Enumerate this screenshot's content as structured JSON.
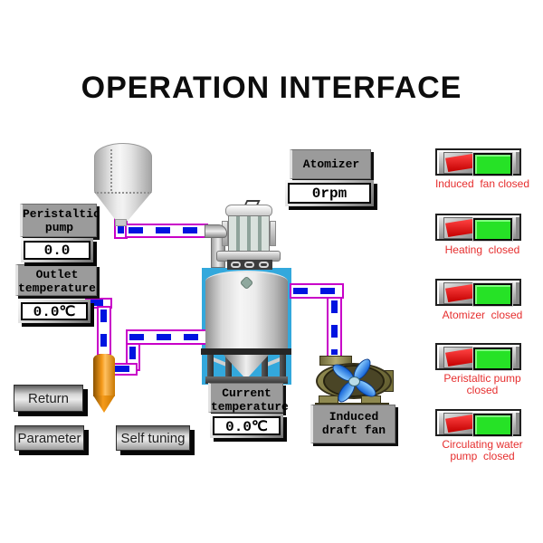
{
  "title": "OPERATION INTERFACE",
  "devices": {
    "peristaltic_pump": {
      "label1": "Peristaltic",
      "label2": "pump",
      "value": "0.0"
    },
    "outlet_temperature": {
      "label1": "Outlet",
      "label2": "temperature",
      "value": "0.0℃"
    },
    "atomizer": {
      "label": "Atomizer",
      "value": "0rpm"
    },
    "current_temperature": {
      "label1": "Current",
      "label2": "temperature",
      "value": "0.0℃"
    },
    "induced_draft_fan": {
      "label1": "Induced",
      "label2": "draft fan"
    }
  },
  "buttons": {
    "return": "Return",
    "parameter": "Parameter",
    "self_tuning": "Self tuning"
  },
  "indicators": [
    {
      "name": "induced-fan",
      "line1": "Induced  fan closed",
      "line2": "",
      "switch_color": "red",
      "lamp_color": "green"
    },
    {
      "name": "heating",
      "line1": "Heating  closed",
      "line2": "",
      "switch_color": "red",
      "lamp_color": "green"
    },
    {
      "name": "atomizer",
      "line1": "Atomizer  closed",
      "line2": "",
      "switch_color": "red",
      "lamp_color": "green"
    },
    {
      "name": "peristaltic-pump",
      "line1": "Peristaltic pump",
      "line2": "closed",
      "switch_color": "red",
      "lamp_color": "green"
    },
    {
      "name": "circulating-water-pump",
      "line1": "Circulating water",
      "line2": "pump  closed",
      "switch_color": "red",
      "lamp_color": "green"
    }
  ],
  "colors": {
    "pipe_outline": "#C800C8",
    "pipe_dash": "#0014E0",
    "chamber_background": "#33A8DC",
    "indicator_switch_red": "#E81F1F",
    "indicator_lamp_green": "#26E226",
    "label_plate_gray": "#9B9B9B",
    "fan_casing_olive": "#7A743C",
    "fan_blade_blue": "#2E8FE8",
    "collector_orange": "#E8881A",
    "alarm_text_red": "#E62E2E"
  }
}
